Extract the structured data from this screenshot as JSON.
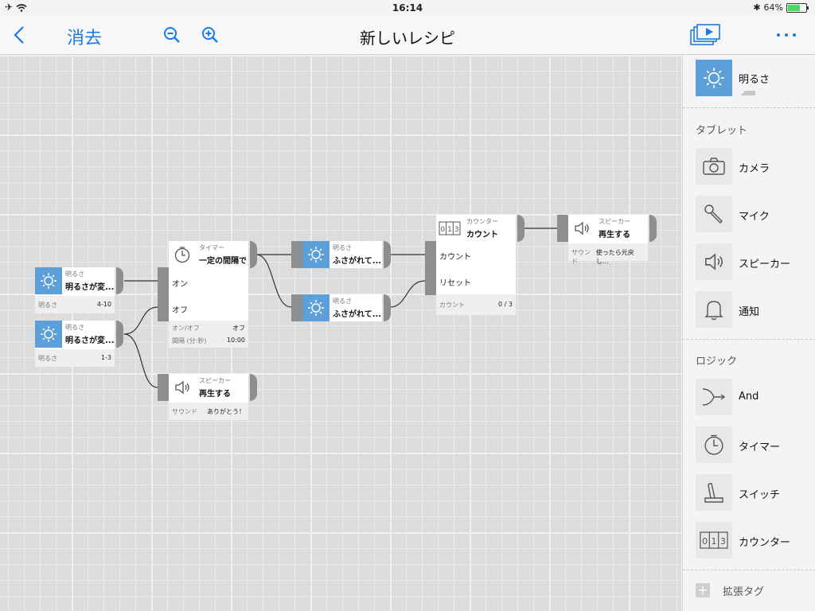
{
  "status": {
    "time": "16:14",
    "battery": "64%"
  },
  "toolbar": {
    "delete_label": "消去",
    "title": "新しいレシピ"
  },
  "nodes": {
    "bright1": {
      "category": "明るさ",
      "name": "明るさが変...",
      "footer_label": "明るさ",
      "footer_value": "4-10"
    },
    "bright2": {
      "category": "明るさ",
      "name": "明るさが変...",
      "footer_label": "明るさ",
      "footer_value": "1-3"
    },
    "timer": {
      "category": "タイマー",
      "name": "一定の間隔で",
      "in_on": "オン",
      "in_off": "オフ",
      "row1_label": "オン/オフ",
      "row1_value": "オフ",
      "row2_label": "間隔 (分:秒)",
      "row2_value": "10:00"
    },
    "speaker1": {
      "category": "スピーカー",
      "name": "再生する",
      "footer_label": "サウンド",
      "footer_value": "ありがとう！"
    },
    "bright3": {
      "category": "明るさ",
      "name": "ふさがれて..."
    },
    "bright4": {
      "category": "明るさ",
      "name": "ふさがれて..."
    },
    "counter": {
      "category": "カウンター",
      "name": "カウント",
      "in_count": "カウント",
      "in_reset": "リセット",
      "footer_label": "カウント",
      "footer_value": "0 / 3"
    },
    "speaker2": {
      "category": "スピーカー",
      "name": "再生する",
      "footer_label": "サウンド",
      "footer_value": "使ったら元戻し..."
    }
  },
  "sidebar": {
    "top_item": "明るさ",
    "tablet_section": "タブレット",
    "tablet_items": [
      "カメラ",
      "マイク",
      "スピーカー",
      "通知"
    ],
    "logic_section": "ロジック",
    "logic_items": [
      "And",
      "タイマー",
      "スイッチ",
      "カウンター"
    ],
    "extension_section": "拡張タグ"
  },
  "colors": {
    "accent": "#1a7ce5",
    "sensor": "#5d9fd8",
    "port": "#8e8e8e"
  }
}
